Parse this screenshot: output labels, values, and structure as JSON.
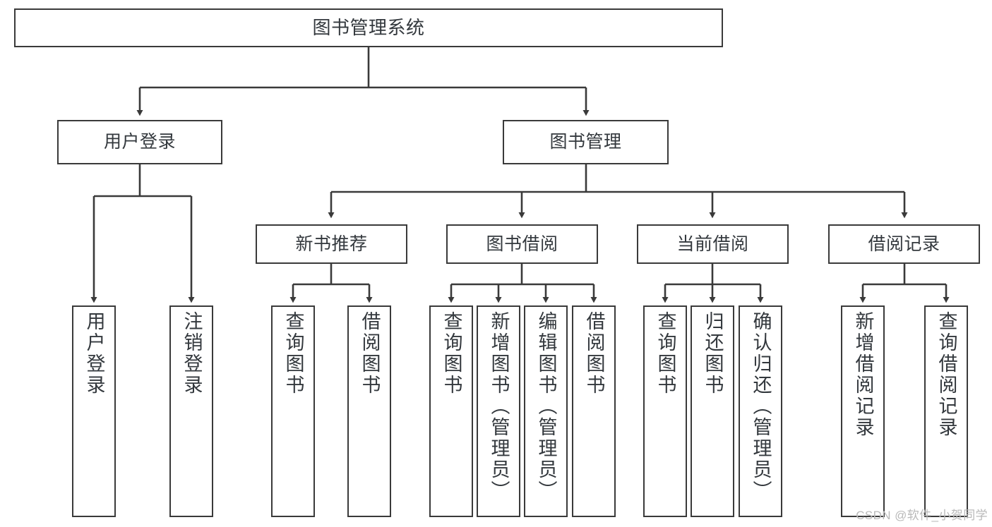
{
  "diagram": {
    "title": "图书管理系统",
    "type": "tree",
    "watermark": "CSDN @软件_小贺同学",
    "colors": {
      "stroke": "#3a3a3a",
      "fill": "#ffffff",
      "text": "#33383d",
      "watermark": "#b9b9b9"
    },
    "levels": {
      "root": {
        "label": "图书管理系统"
      },
      "level2": [
        {
          "label": "用户登录"
        },
        {
          "label": "图书管理"
        }
      ],
      "level3": [
        {
          "label": "新书推荐"
        },
        {
          "label": "图书借阅"
        },
        {
          "label": "当前借阅"
        },
        {
          "label": "借阅记录"
        }
      ],
      "leaves": {
        "user_login": [
          {
            "label": "用户登录"
          },
          {
            "label": "注销登录"
          }
        ],
        "new_book_recommend": [
          {
            "label": "查询图书"
          },
          {
            "label": "借阅图书"
          }
        ],
        "book_borrow": [
          {
            "label": "查询图书"
          },
          {
            "label": "新增图书（管理员）"
          },
          {
            "label": "编辑图书（管理员）"
          },
          {
            "label": "借阅图书"
          }
        ],
        "current_borrow": [
          {
            "label": "查询图书"
          },
          {
            "label": "归还图书"
          },
          {
            "label": "确认归还（管理员）"
          }
        ],
        "borrow_record": [
          {
            "label": "新增借阅记录"
          },
          {
            "label": "查询借阅记录"
          }
        ]
      }
    }
  }
}
